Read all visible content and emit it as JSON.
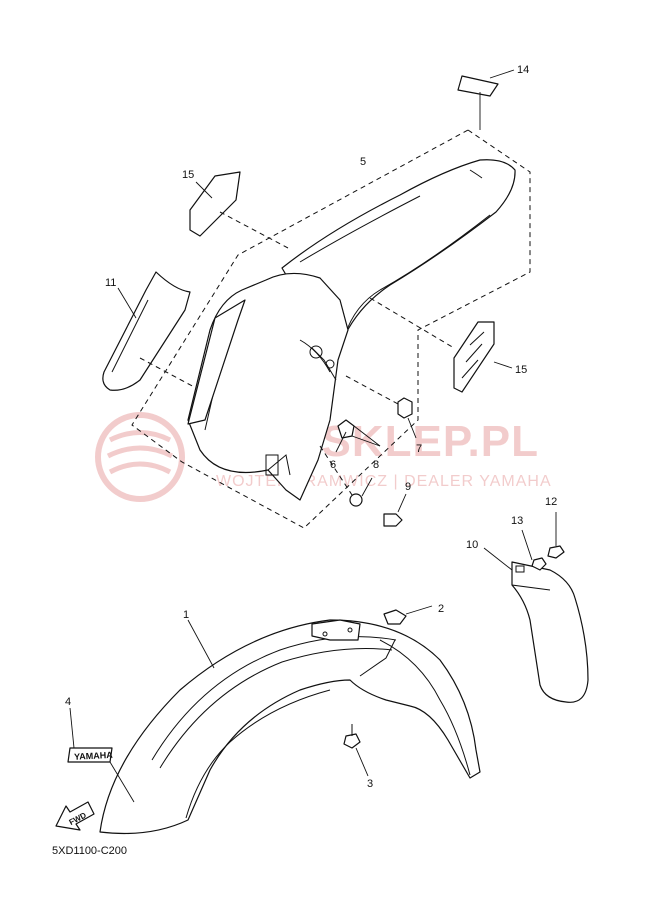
{
  "watermark": {
    "brand": "YAMASKLEP.PL",
    "tagline": "WOJTEK TRAMWICZ | DEALER YAMAHA",
    "color": "#e9a3a3"
  },
  "diagram_code": "5XD1100-C200",
  "decal_text": "YAMAHA",
  "fwd_label": "FWD",
  "callouts": {
    "c1": "1",
    "c2": "2",
    "c3": "3",
    "c4": "4",
    "c5": "5",
    "c6": "6",
    "c7": "7",
    "c8": "8",
    "c9": "9",
    "c10": "10",
    "c11": "11",
    "c12": "12",
    "c13": "13",
    "c14": "14",
    "c15a": "15",
    "c15b": "15"
  }
}
